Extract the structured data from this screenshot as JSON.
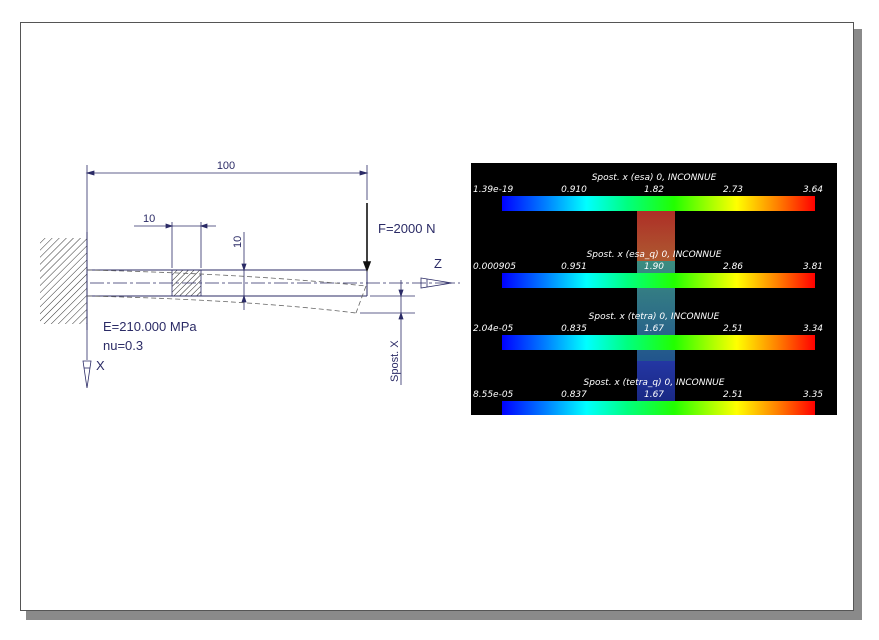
{
  "drawing": {
    "dim_length": "100",
    "dim_width": "10",
    "dim_height": "10",
    "force": "F=2000 N",
    "modulus": "E=210.000 MPa",
    "poisson": "nu=0.3",
    "axis_z": "Z",
    "axis_x": "X",
    "displacement_label": "Spost. X"
  },
  "result_bars": [
    {
      "title": "Spost. x (esa) 0, INCONNUE",
      "ticks": [
        "1.39e-19",
        "0.910",
        "1.82",
        "2.73",
        "3.64"
      ]
    },
    {
      "title": "Spost. x (esa_q) 0, INCONNUE",
      "ticks": [
        "0.000905",
        "0.951",
        "1.90",
        "2.86",
        "3.81"
      ]
    },
    {
      "title": "Spost. x (tetra) 0, INCONNUE",
      "ticks": [
        "2.04e-05",
        "0.835",
        "1.67",
        "2.51",
        "3.34"
      ]
    },
    {
      "title": "Spost. x (tetra_q) 0, INCONNUE",
      "ticks": [
        "8.55e-05",
        "0.837",
        "1.67",
        "2.51",
        "3.35"
      ]
    }
  ],
  "colors": {
    "sheet_border": "#555555",
    "shadow": "#8a8a8a",
    "panel_bg": "#000000",
    "line": "#2b2b66"
  }
}
